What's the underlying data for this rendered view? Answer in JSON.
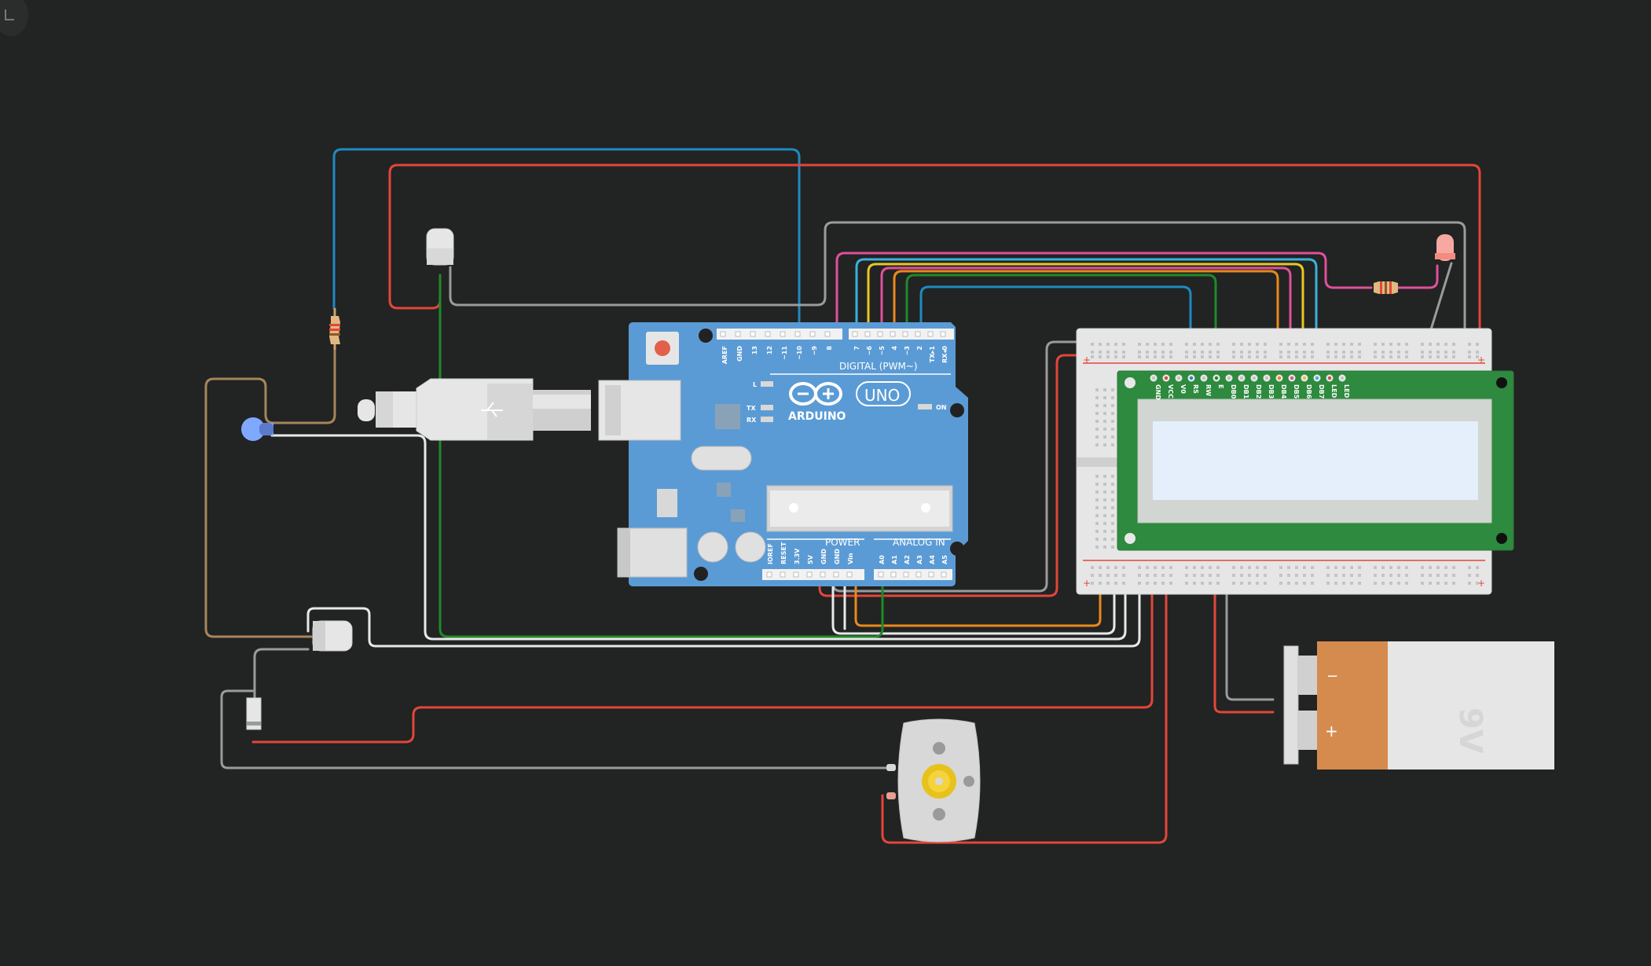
{
  "workspace": {
    "background": "#222323"
  },
  "arduino": {
    "brand": "ARDUINO",
    "model": "UNO",
    "header_digital": "DIGITAL (PWM~)",
    "header_power": "POWER",
    "header_analog": "ANALOG IN",
    "led_l": "L",
    "led_tx": "TX",
    "led_rx": "RX",
    "led_on": "ON",
    "digital_pins": [
      "AREF",
      "GND",
      "13",
      "12",
      "~11",
      "~10",
      "~9",
      "8",
      "7",
      "~6",
      "~5",
      "4",
      "~3",
      "2",
      "TX▸1",
      "RX◂0"
    ],
    "power_pins": [
      "IOREF",
      "RESET",
      "3.3V",
      "5V",
      "GND",
      "GND",
      "Vin"
    ],
    "analog_pins": [
      "A0",
      "A1",
      "A2",
      "A3",
      "A4",
      "A5"
    ],
    "board_color": "#5b9bd5"
  },
  "lcd": {
    "pins": [
      "GND",
      "VCC",
      "V0",
      "RS",
      "RW",
      "E",
      "DB0",
      "DB1",
      "DB2",
      "DB3",
      "DB4",
      "DB5",
      "DB6",
      "DB7",
      "LED",
      "LED"
    ],
    "pcb_color": "#2e8a3e",
    "screen_color": "#e4effb"
  },
  "breadboard": {
    "plus": "+",
    "minus": "-"
  },
  "battery": {
    "label": "9V",
    "minus": "−",
    "plus": "+"
  },
  "wire_colors": {
    "red": "#e2463a",
    "blue": "#1f8ac0",
    "gray": "#9a9c9c",
    "white": "#e8e8e8",
    "green": "#1f8a2a",
    "yellow": "#e6c823",
    "orange": "#e8891c",
    "pink": "#e0509b",
    "cyan": "#39b2dc",
    "brown": "#a7855a"
  }
}
